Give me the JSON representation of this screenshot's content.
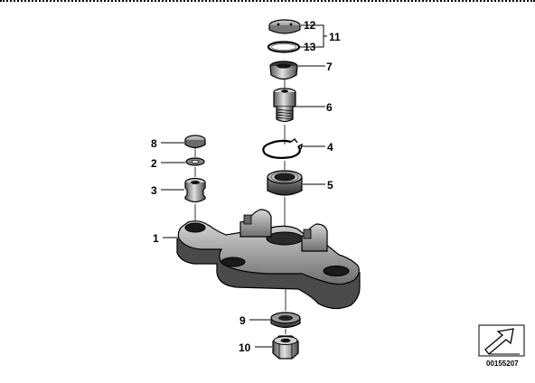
{
  "diagram": {
    "callouts": {
      "p1": "1",
      "p2": "2",
      "p3": "3",
      "p4": "4",
      "p5": "5",
      "p6": "6",
      "p7": "7",
      "p8": "8",
      "p9": "9",
      "p10": "10",
      "p11": "11",
      "p12": "12",
      "p13": "13"
    },
    "diagram_id": "00155207",
    "icons": {
      "navigation": "arrow-nav-icon"
    }
  }
}
